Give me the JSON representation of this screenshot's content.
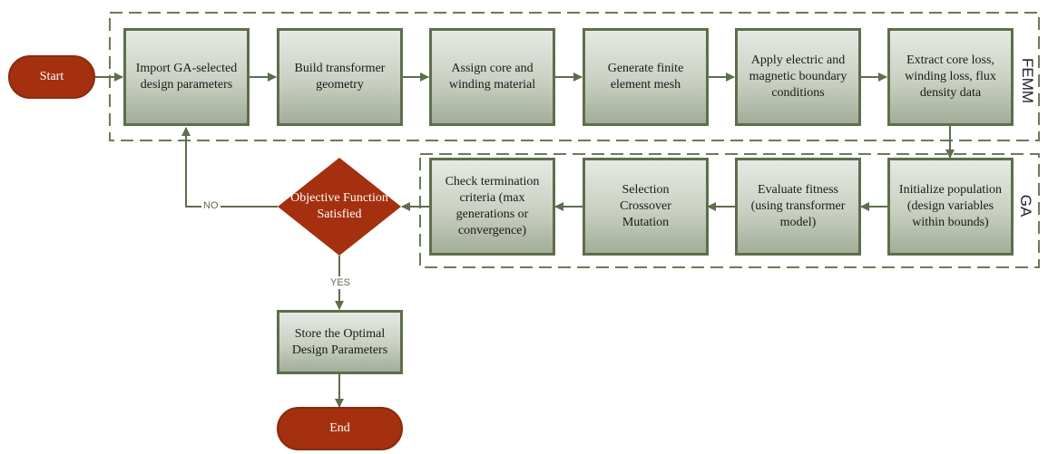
{
  "colors": {
    "accent_green": "#5e6e4c",
    "terminal_red": "#a4300f"
  },
  "groups": {
    "femm": "FEMM",
    "ga": "GA"
  },
  "nodes": {
    "start": "Start",
    "import": "Import GA-selected design parameters",
    "build": "Build transformer geometry",
    "assign": "Assign core and winding material",
    "mesh": "Generate finite element mesh",
    "boundary": "Apply electric and magnetic boundary conditions",
    "extract": "Extract core loss, winding loss, flux density data",
    "init": "Initialize population (design variables within bounds)",
    "evaluate": "Evaluate fitness (using transformer model)",
    "selection": "Selection Crossover Mutation",
    "check": "Check termination criteria (max generations or convergence)",
    "decision": "Objective Function Satisfied",
    "store": "Store the Optimal Design Parameters",
    "end": "End"
  },
  "edge_labels": {
    "no": "NO",
    "yes": "YES"
  }
}
